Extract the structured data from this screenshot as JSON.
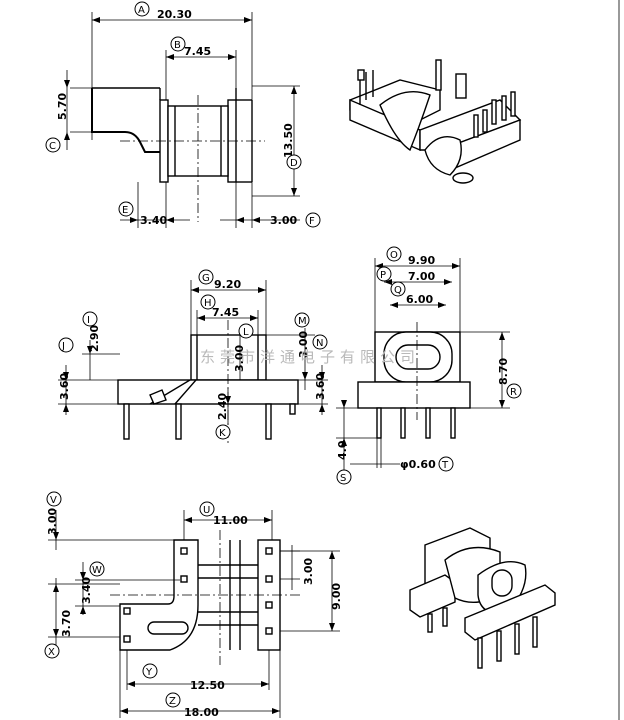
{
  "watermark": "东莞市洋通电子有限公司",
  "dimensions": {
    "A": "20.30",
    "B": "7.45",
    "C": "5.70",
    "D": "13.50",
    "E": "3.40",
    "F": "3.00",
    "G": "9.20",
    "H": "7.45",
    "I": "2.90",
    "J": "3.60",
    "K": "2.40",
    "L": "3.00",
    "M": "3.00",
    "N": "3.60",
    "O": "9.90",
    "P": "7.00",
    "Q": "6.00",
    "R": "8.70",
    "S": "4.0",
    "T": "φ0.60",
    "U": "11.00",
    "V": "3.00",
    "W": "3.40",
    "X": "3.70",
    "Y": "12.50",
    "Z": "18.00",
    "pitch": "3.00",
    "height": "9.00"
  },
  "labels": [
    "A",
    "B",
    "C",
    "D",
    "E",
    "F",
    "G",
    "H",
    "I",
    "J",
    "K",
    "L",
    "M",
    "N",
    "O",
    "P",
    "Q",
    "R",
    "S",
    "T",
    "U",
    "V",
    "W",
    "X",
    "Y",
    "Z"
  ]
}
